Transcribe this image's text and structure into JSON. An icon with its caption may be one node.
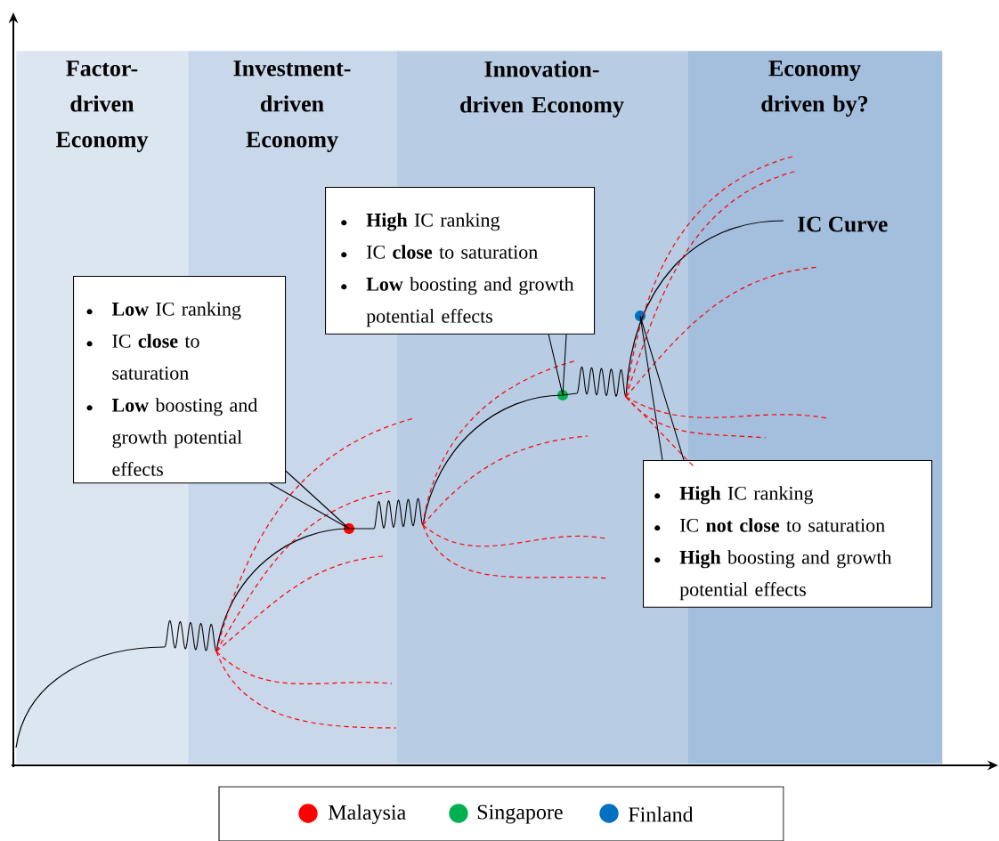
{
  "diagram": {
    "nodes": [
      {
        "text": [
          "Factor-driven Economy"
        ]
      },
      {
        "text": [
          "Investment-driven Economy"
        ]
      },
      {
        "text": [
          "Innovation-driven Economy"
        ]
      },
      {
        "text": [
          "Economy driven by?"
        ]
      },
      {
        "text": [
          "**Low** IC ranking",
          "IC **close** to saturation",
          "**Low** boosting and growth potential effects"
        ]
      },
      {
        "text": [
          "**High** IC ranking",
          "IC **close** to saturation",
          "**Low** boosting and growth potential effects"
        ]
      },
      {
        "text": [
          "**High** IC ranking",
          "IC **not close** to saturation",
          "**High** boosting and growth potential effects"
        ]
      },
      {
        "text": [],
        "shape": "circle",
        "in": 1
      },
      {
        "text": [],
        "shape": "circle",
        "in": 2
      },
      {
        "text": [],
        "shape": "circle",
        "in": 2
      }
    ],
    "edges": [
      {
        "from": 4,
        "to": 7,
        "arrow": "none"
      },
      {
        "from": 5,
        "to": 8,
        "arrow": "none"
      },
      {
        "from": 6,
        "to": 9,
        "arrow": "none"
      }
    ],
    "labels": [
      "IC Curve"
    ],
    "legend": [
      {
        "text": "Malaysia",
        "color": "#ff0000"
      },
      {
        "text": "Singapore",
        "color": "#00b050"
      },
      {
        "text": "Finland",
        "color": "#0070c0"
      }
    ]
  }
}
